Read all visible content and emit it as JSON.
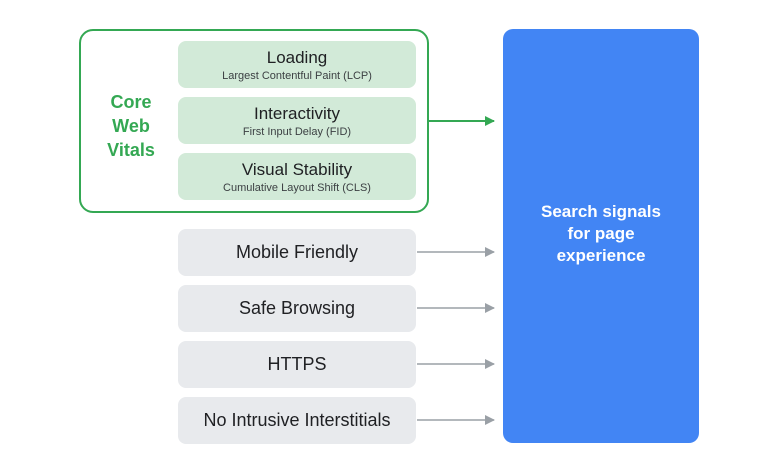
{
  "core_web_vitals": {
    "label_lines": [
      "Core",
      "Web",
      "Vitals"
    ],
    "items": [
      {
        "title": "Loading",
        "subtitle": "Largest Contentful Paint (LCP)"
      },
      {
        "title": "Interactivity",
        "subtitle": "First Input Delay (FID)"
      },
      {
        "title": "Visual Stability",
        "subtitle": "Cumulative Layout Shift (CLS)"
      }
    ]
  },
  "signals": [
    {
      "label": "Mobile Friendly"
    },
    {
      "label": "Safe Browsing"
    },
    {
      "label": "HTTPS"
    },
    {
      "label": "No Intrusive Interstitials"
    }
  ],
  "target": {
    "label_lines": [
      "Search signals",
      "for page",
      "experience"
    ]
  },
  "colors": {
    "core_web_vitals": "#34a853",
    "core_web_vitals_fill": "#d2ead8",
    "signal_fill": "#e8eaed",
    "target_fill": "#4285f4",
    "gray_arrow": "#9aa0a6"
  }
}
